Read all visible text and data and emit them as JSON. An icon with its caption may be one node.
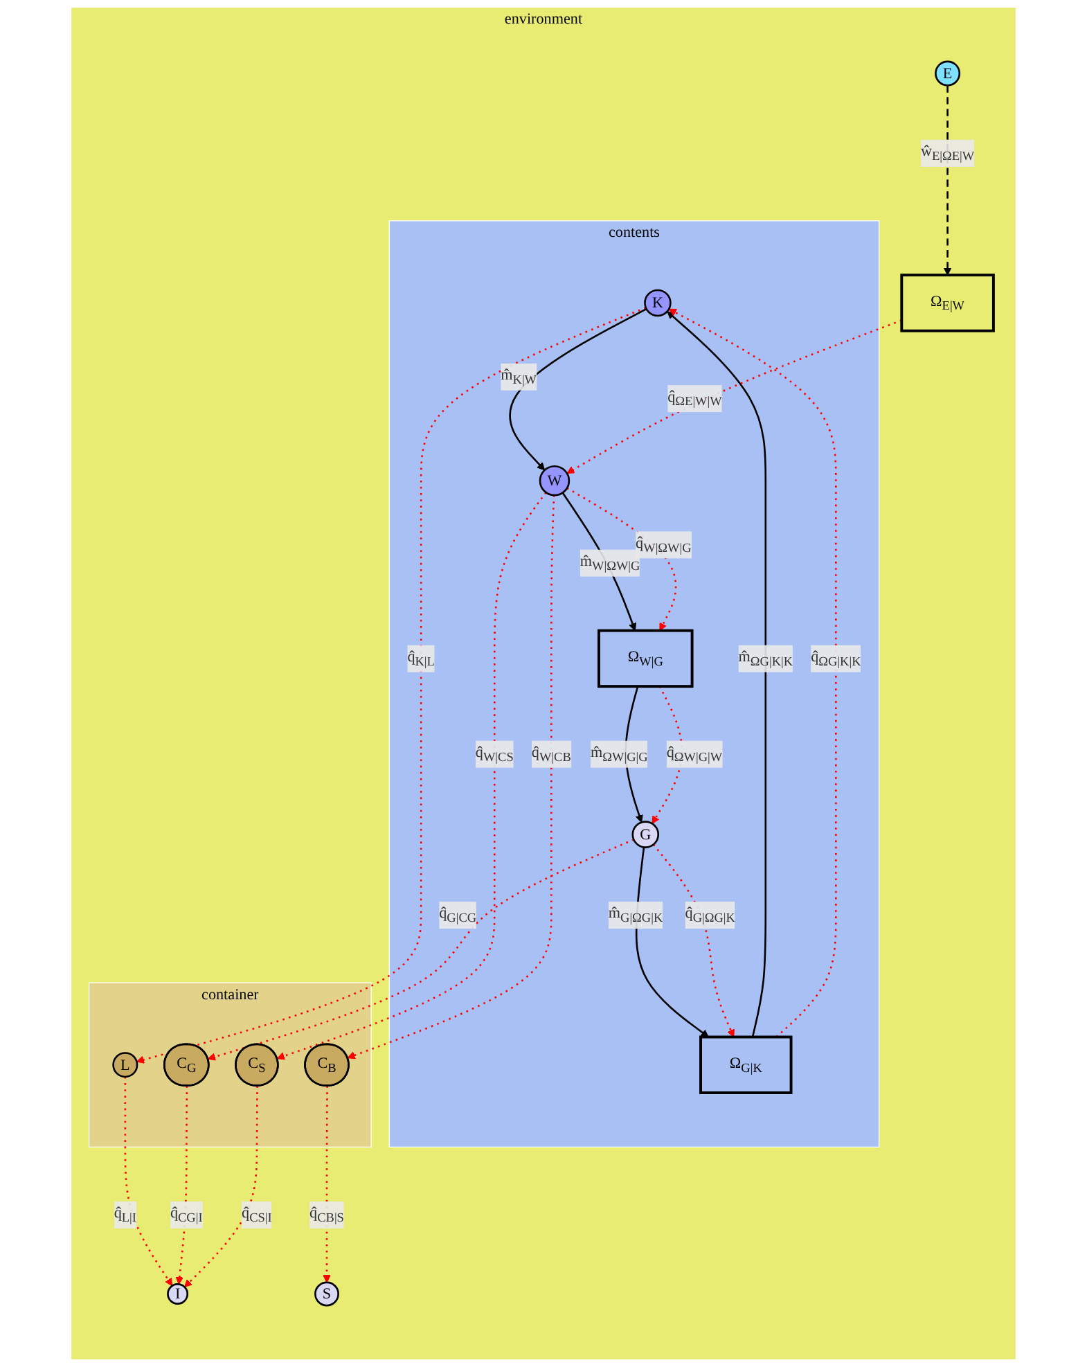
{
  "diagram": {
    "nodes": [
      {
        "text": [
          "environment"
        ]
      },
      {
        "text": [
          "contents"
        ],
        "in": 0
      },
      {
        "text": [
          "container"
        ],
        "in": 0
      },
      {
        "text": [
          "K"
        ],
        "in": 1
      },
      {
        "text": [
          "L"
        ],
        "in": 2
      },
      {
        "text": [
          "G"
        ],
        "in": 1
      },
      {
        "text": [
          "C$_{G}$"
        ],
        "in": 2
      },
      {
        "text": [
          "I"
        ],
        "in": 0
      },
      {
        "text": [
          "Ω$_{G|K}$"
        ],
        "in": 1
      },
      {
        "text": [
          "Ω$_{W|G}$"
        ],
        "in": 1
      },
      {
        "text": [
          "C$_{S}$"
        ],
        "in": 2
      },
      {
        "text": [
          "W"
        ],
        "in": 1
      },
      {
        "text": [
          "C$_{B}$"
        ],
        "in": 2
      },
      {
        "text": [
          "S"
        ],
        "in": 0
      },
      {
        "text": [
          "E"
        ],
        "in": 0
      },
      {
        "text": [
          "Ω$_{E|W}$"
        ],
        "in": 0
      }
    ],
    "edges": [
      {
        "from": 3,
        "to": 4,
        "arrow": "to",
        "label": "q̂$_{K|L}$",
        "style": "dashed"
      },
      {
        "from": 3,
        "to": 11,
        "arrow": "to",
        "label": "m̂$_{K|W}$",
        "color": "#000000"
      },
      {
        "from": 5,
        "to": 8,
        "arrow": "to",
        "label": "m̂$_{G|ΩG|K}$",
        "color": "#000000"
      },
      {
        "from": 8,
        "to": 3,
        "arrow": "to",
        "label": "m̂$_{ΩG|K|K}$",
        "color": "#000000"
      },
      {
        "from": 5,
        "to": 8,
        "arrow": "to",
        "label": "q̂$_{G|ΩG|K}$",
        "style": "dashed"
      },
      {
        "from": 8,
        "to": 3,
        "arrow": "to",
        "label": "q̂$_{ΩG|K|K}$",
        "style": "dashed"
      },
      {
        "from": 4,
        "to": 7,
        "arrow": "to",
        "label": "q̂$_{L|I}$",
        "style": "dashed"
      },
      {
        "from": 5,
        "to": 6,
        "arrow": "to",
        "label": "q̂$_{G|CG}$",
        "style": "dashed"
      },
      {
        "from": 6,
        "to": 7,
        "arrow": "to",
        "label": "q̂$_{CG|I}$",
        "style": "dashed"
      },
      {
        "from": 11,
        "to": 9,
        "arrow": "to",
        "label": "m̂$_{W|ΩW|G}$",
        "color": "#000000"
      },
      {
        "from": 9,
        "to": 5,
        "arrow": "to",
        "label": "m̂$_{ΩW|G|G}$",
        "color": "#000000"
      },
      {
        "from": 11,
        "to": 9,
        "arrow": "to",
        "label": "q̂$_{W|ΩW|G}$",
        "style": "dashed"
      },
      {
        "from": 9,
        "to": 5,
        "arrow": "to",
        "label": "q̂$_{ΩW|G|W}$",
        "style": "dashed"
      },
      {
        "from": 11,
        "to": 10,
        "arrow": "to",
        "label": "q̂$_{W|CS}$",
        "style": "dashed"
      },
      {
        "from": 10,
        "to": 7,
        "arrow": "to",
        "label": "q̂$_{CS|I}$",
        "style": "dashed"
      },
      {
        "from": 11,
        "to": 12,
        "arrow": "to",
        "label": "q̂$_{W|CB}$",
        "style": "dashed"
      },
      {
        "from": 12,
        "to": 13,
        "arrow": "to",
        "label": "q̂$_{CB|S}$",
        "style": "dashed"
      },
      {
        "from": 14,
        "to": 15,
        "arrow": "to",
        "label": "ŵ$_{E|ΩE|W}$",
        "style": "dashed",
        "color": "#000000"
      },
      {
        "from": 15,
        "to": 11,
        "arrow": "to",
        "label": "q̂$_{ΩE|W|W}$",
        "style": "dashed"
      }
    ]
  }
}
